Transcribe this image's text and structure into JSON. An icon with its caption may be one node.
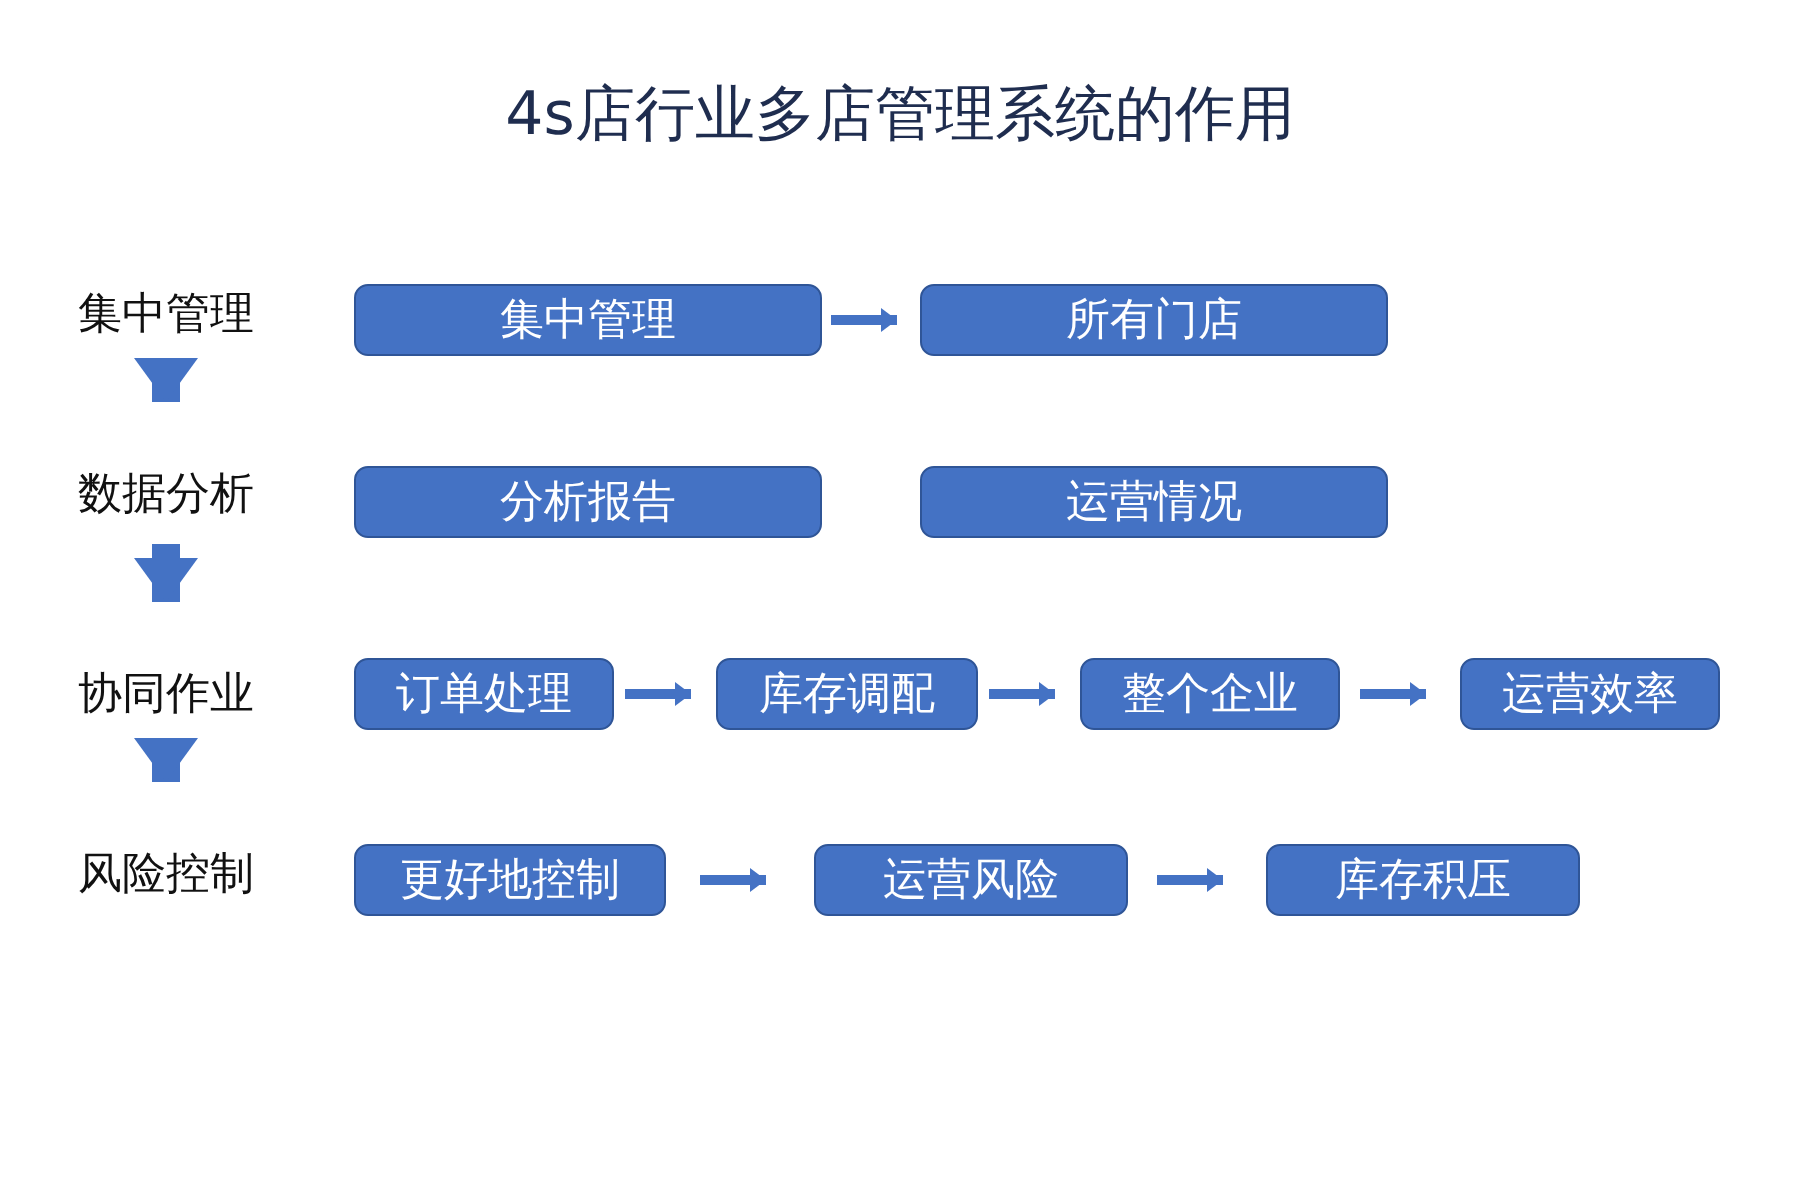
{
  "diagram": {
    "title": "4s店行业多店管理系统的作用",
    "nodes": [
      {
        "text": [
          "集中管理"
        ]
      },
      {
        "text": [
          "集中管理"
        ]
      },
      {
        "text": [
          "所有门店"
        ]
      },
      {
        "text": [
          "数据分析"
        ]
      },
      {
        "text": [
          "分析报告"
        ]
      },
      {
        "text": [
          "运营情况"
        ]
      },
      {
        "text": [
          "协同作业"
        ]
      },
      {
        "text": [
          "订单处理"
        ]
      },
      {
        "text": [
          "库存调配"
        ]
      },
      {
        "text": [
          "整个企业"
        ]
      },
      {
        "text": [
          "运营效率"
        ]
      },
      {
        "text": [
          "风险控制"
        ]
      },
      {
        "text": [
          "更好地控制"
        ]
      },
      {
        "text": [
          "运营风险"
        ]
      },
      {
        "text": [
          "库存积压"
        ]
      }
    ],
    "edges": [
      {
        "from": 0,
        "to": 3,
        "arrow": "to",
        "style": "thick"
      },
      {
        "from": 3,
        "to": 6,
        "arrow": "to",
        "style": "thick"
      },
      {
        "from": 6,
        "to": 11,
        "arrow": "to",
        "style": "thick"
      },
      {
        "from": 1,
        "to": 2,
        "arrow": "to"
      },
      {
        "from": 7,
        "to": 8,
        "arrow": "to"
      },
      {
        "from": 8,
        "to": 9,
        "arrow": "to"
      },
      {
        "from": 9,
        "to": 10,
        "arrow": "to"
      },
      {
        "from": 12,
        "to": 13,
        "arrow": "to"
      },
      {
        "from": 13,
        "to": 14,
        "arrow": "to"
      }
    ]
  }
}
